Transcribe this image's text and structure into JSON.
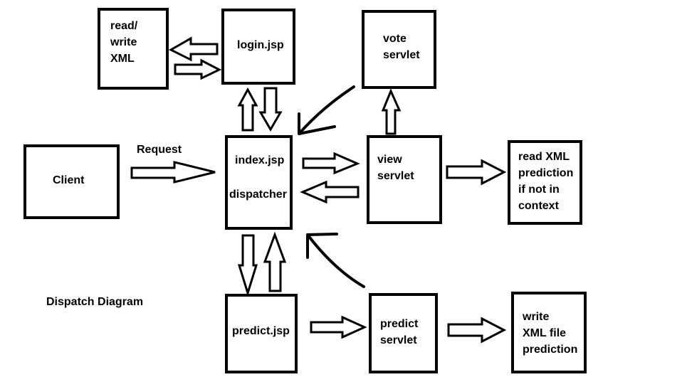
{
  "diagram": {
    "caption": "Dispatch Diagram",
    "request_label": "Request",
    "nodes": {
      "client": "Client",
      "read_write_xml": "read/\nwrite\nXML",
      "login_jsp": "login.jsp",
      "vote_servlet": "vote\nservlet",
      "index_jsp": "index.jsp",
      "dispatcher": "dispatcher",
      "view_servlet": "view\nservlet",
      "read_xml_prediction": "read XML\nprediction\nif not in\ncontext",
      "predict_jsp": "predict.jsp",
      "predict_servlet": "predict\nservlet",
      "write_xml_prediction": "write\nXML file\nprediction"
    }
  }
}
